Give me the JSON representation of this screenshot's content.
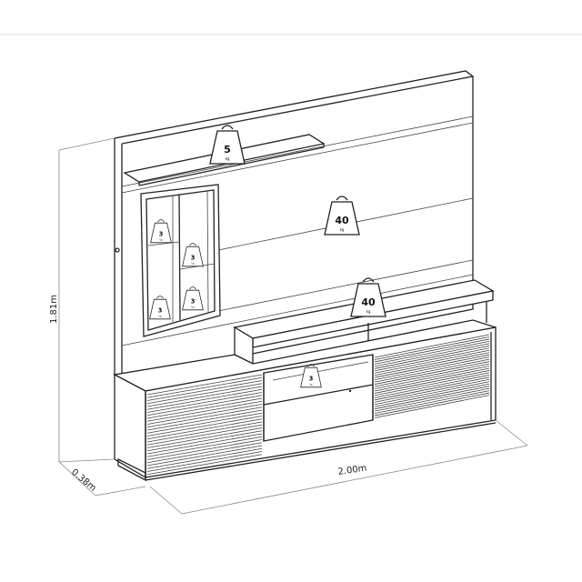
{
  "dimensions": {
    "height": "1.81m",
    "depth": "0.38m",
    "width": "2.00m"
  },
  "weights": {
    "top_shelf": {
      "value": "5",
      "unit": "kg"
    },
    "panel": {
      "value": "40",
      "unit": "kg"
    },
    "tv_top": {
      "value": "40",
      "unit": "kg"
    },
    "niche_1": {
      "value": "3",
      "unit": "kg"
    },
    "niche_2": {
      "value": "3",
      "unit": "kg"
    },
    "niche_3": {
      "value": "3",
      "unit": "kg"
    },
    "niche_4": {
      "value": "3",
      "unit": "kg"
    },
    "cabinet_niche": {
      "value": "3",
      "unit": "kg"
    }
  }
}
